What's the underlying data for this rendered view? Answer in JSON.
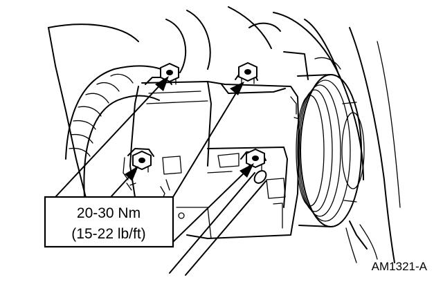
{
  "callout": {
    "torque_nm": "20-30 Nm",
    "torque_lbft": "(15-22 lb/ft)"
  },
  "figure_code": "AM1321-A"
}
